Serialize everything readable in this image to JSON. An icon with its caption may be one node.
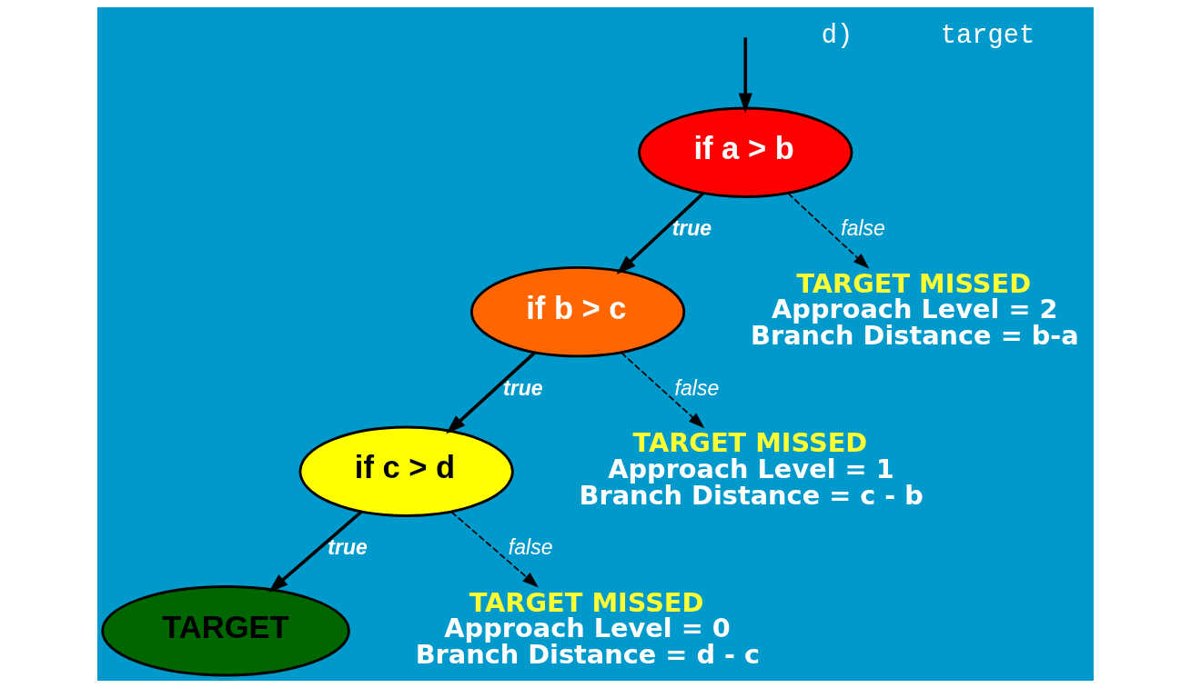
{
  "diagram": {
    "nodes": [
      {
        "text": [
          "if a > b"
        ]
      },
      {
        "text": [
          "if b > c"
        ]
      },
      {
        "text": [
          "if c > d"
        ]
      },
      {
        "text": [
          "TARGET"
        ]
      },
      {
        "text": [
          "TARGET MISSED",
          "Approach Level = 2",
          "Branch Distance = b-a"
        ]
      },
      {
        "text": [
          "TARGET MISSED",
          "Approach Level = 1",
          "Branch Distance = c - b"
        ]
      },
      {
        "text": [
          "TARGET MISSED",
          "Approach Level = 0",
          "Branch Distance = d - c"
        ]
      }
    ],
    "edges": [
      {
        "from": null,
        "to": 0,
        "arrow": "to"
      },
      {
        "from": 0,
        "to": 1,
        "arrow": "to",
        "label": "true"
      },
      {
        "from": 0,
        "to": 4,
        "arrow": "to",
        "label": "false",
        "style": "dashed"
      },
      {
        "from": 1,
        "to": 2,
        "arrow": "to",
        "label": "true"
      },
      {
        "from": 1,
        "to": 5,
        "arrow": "to",
        "label": "false",
        "style": "dashed"
      },
      {
        "from": 2,
        "to": 3,
        "arrow": "to",
        "label": "true"
      },
      {
        "from": 2,
        "to": 6,
        "arrow": "to",
        "label": "false",
        "style": "dashed"
      }
    ],
    "labels": [
      "d)",
      "target"
    ]
  }
}
